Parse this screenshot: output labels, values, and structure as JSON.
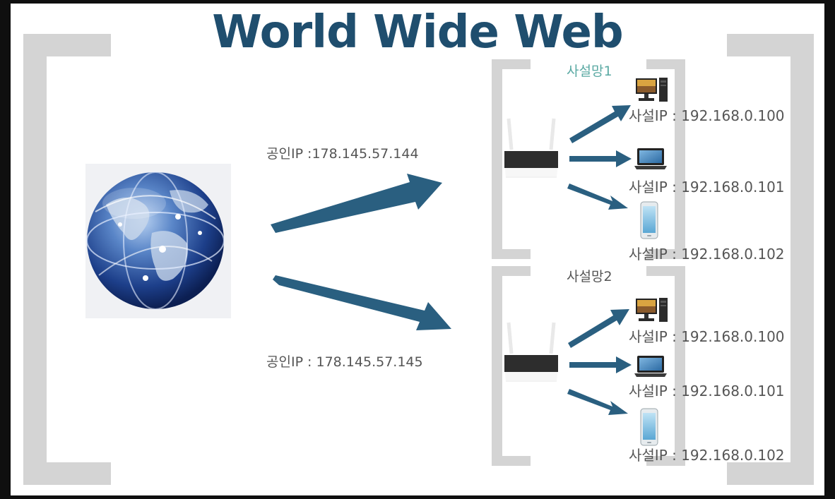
{
  "title": "World Wide Web",
  "public_ips": [
    "공인IP :178.145.57.144",
    "공인IP : 178.145.57.145"
  ],
  "networks": [
    {
      "name": "사설망1",
      "name_color": "#5aa9a3",
      "devices": [
        {
          "icon": "desktop-computer-icon",
          "label": "사설IP : 192.168.0.100"
        },
        {
          "icon": "laptop-icon",
          "label": "사설IP : 192.168.0.101"
        },
        {
          "icon": "smartphone-icon",
          "label": "사설IP : 192.168.0.102"
        }
      ]
    },
    {
      "name": "사설망2",
      "name_color": "#555555",
      "devices": [
        {
          "icon": "desktop-computer-icon",
          "label": "사설IP : 192.168.0.100"
        },
        {
          "icon": "laptop-icon",
          "label": "사설IP : 192.168.0.101"
        },
        {
          "icon": "smartphone-icon",
          "label": "사설IP : 192.168.0.102"
        }
      ]
    }
  ],
  "colors": {
    "title": "#1f4e6e",
    "arrow": "#2a5f80",
    "bracket": "#d4d4d4",
    "label_text": "#555555"
  }
}
